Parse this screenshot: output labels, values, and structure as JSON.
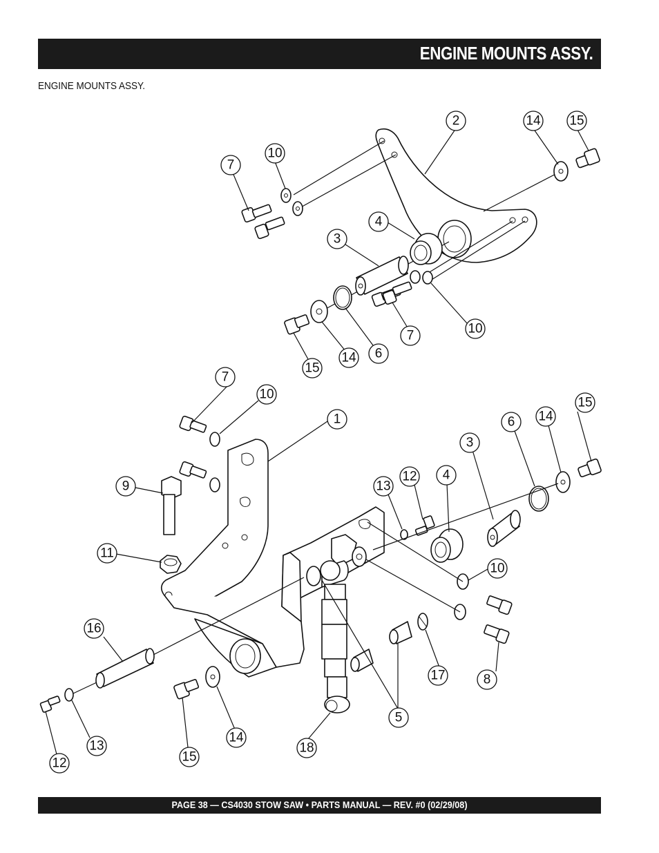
{
  "header": {
    "title": "ENGINE MOUNTS ASSY."
  },
  "subtitle": "ENGINE MOUNTS ASSY.",
  "footer": {
    "text": "PAGE 38 — CS4030 STOW SAW • PARTS MANUAL — REV. #0 (02/29/08)"
  },
  "callouts": [
    "2",
    "14",
    "15",
    "7",
    "10",
    "4",
    "3",
    "10",
    "7",
    "6",
    "14",
    "15",
    "7",
    "10",
    "1",
    "15",
    "6",
    "14",
    "3",
    "9",
    "12",
    "13",
    "4",
    "11",
    "10",
    "16",
    "17",
    "8",
    "5",
    "14",
    "15",
    "13",
    "18",
    "12"
  ]
}
